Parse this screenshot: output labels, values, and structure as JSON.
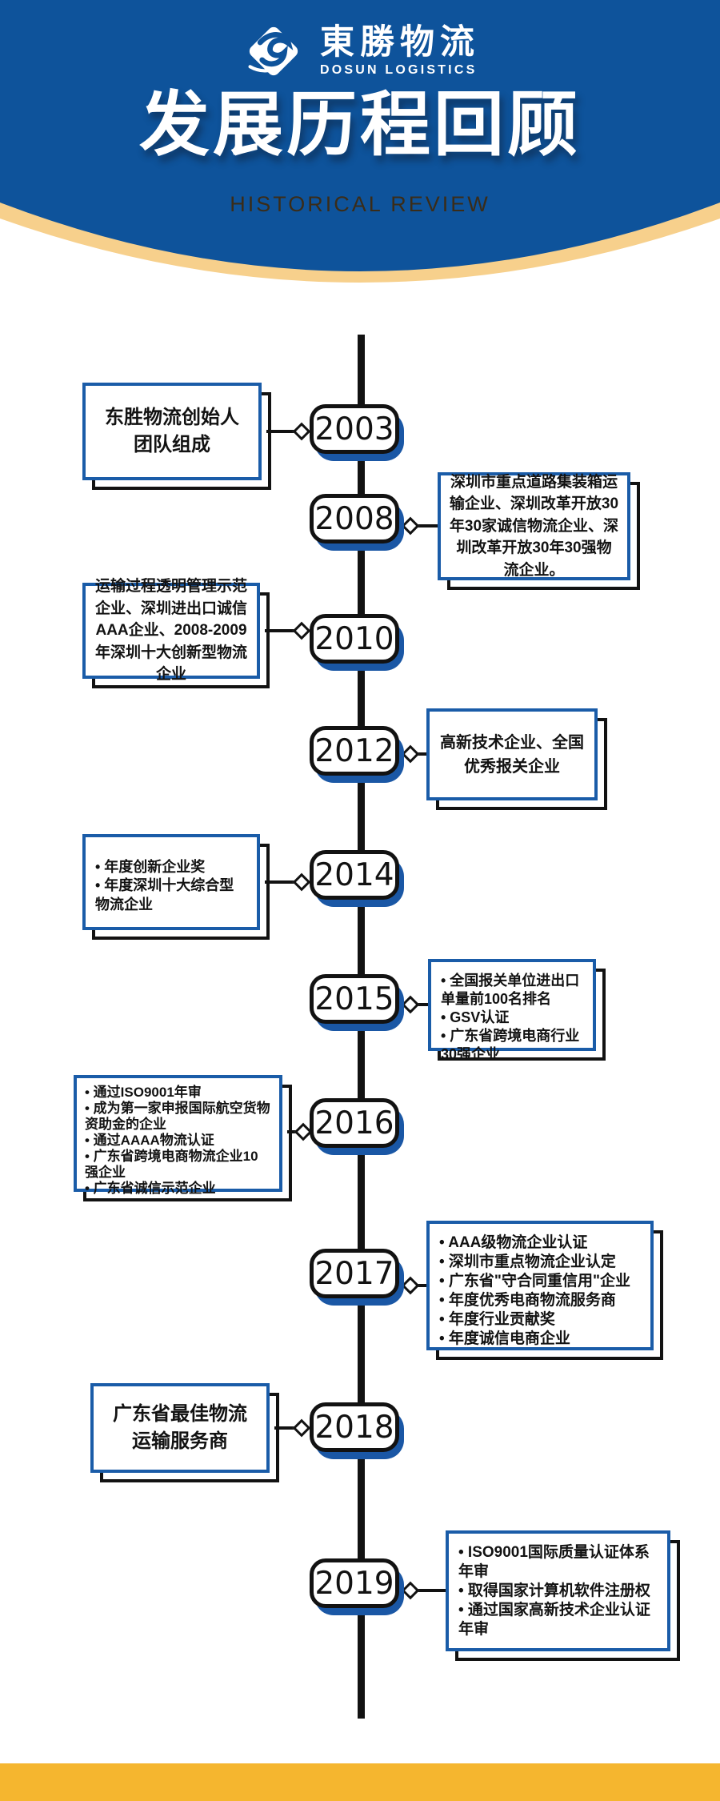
{
  "header": {
    "logo_cn": "東勝物流",
    "logo_en": "DOSUN LOGISTICS",
    "title": "发展历程回顾",
    "subtitle": "HISTORICAL REVIEW"
  },
  "colors": {
    "header_blue": "#0e539b",
    "gold_band": "#f7d08c",
    "footer_yellow": "#f5b62f",
    "box_border_blue": "#1a5ca8",
    "year_shadow_blue": "#1a57a5",
    "line_black": "#121212"
  },
  "timeline": [
    {
      "year": "2003",
      "side": "left",
      "text": "东胜物流创始人\n团队组成"
    },
    {
      "year": "2008",
      "side": "right",
      "text": "深圳市重点道路集装箱运输企业、深圳改革开放30年30家诚信物流企业、深圳改革开放30年30强物流企业。"
    },
    {
      "year": "2010",
      "side": "left",
      "text": "运输过程透明管理示范企业、深圳进出口诚信AAA企业、2008-2009年深圳十大创新型物流企业"
    },
    {
      "year": "2012",
      "side": "right",
      "text": "高新技术企业、全国优秀报关企业"
    },
    {
      "year": "2014",
      "side": "left",
      "items": [
        "年度创新企业奖",
        "年度深圳十大综合型物流企业"
      ]
    },
    {
      "year": "2015",
      "side": "right",
      "items": [
        "全国报关单位进出口单量前100名排名",
        "GSV认证",
        "广东省跨境电商行业30强企业"
      ]
    },
    {
      "year": "2016",
      "side": "left",
      "items": [
        "通过ISO9001年审",
        "成为第一家申报国际航空货物资助金的企业",
        "通过AAAA物流认证",
        "广东省跨境电商物流企业10强企业",
        "广东省诚信示范企业"
      ]
    },
    {
      "year": "2017",
      "side": "right",
      "items": [
        "AAA级物流企业认证",
        "深圳市重点物流企业认定",
        "广东省\"守合同重信用\"企业",
        "年度优秀电商物流服务商",
        "年度行业贡献奖",
        "年度诚信电商企业"
      ]
    },
    {
      "year": "2018",
      "side": "left",
      "text": "广东省最佳物流\n运输服务商"
    },
    {
      "year": "2019",
      "side": "right",
      "items": [
        "ISO9001国际质量认证体系年审",
        "取得国家计算机软件注册权",
        "通过国家高新技术企业认证年审"
      ]
    }
  ]
}
